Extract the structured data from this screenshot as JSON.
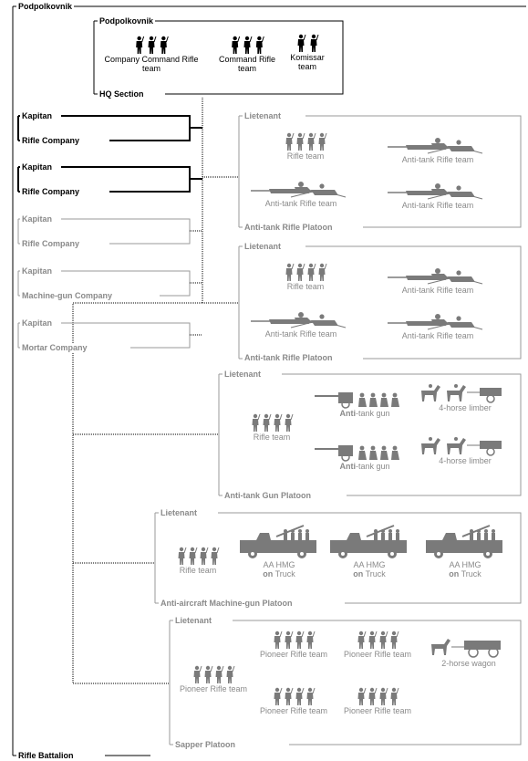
{
  "battalion": {
    "commander": "Podpolkovnik",
    "name": "Rifle Battalion"
  },
  "hq": {
    "commander": "Podpolkovnik",
    "name": "HQ Section",
    "teams": [
      "Company Command Rifle team",
      "Command Rifle team",
      "Komissar team"
    ]
  },
  "companies": [
    {
      "commander": "Kapitan",
      "name": "Rifle Company",
      "style": "dark"
    },
    {
      "commander": "Kapitan",
      "name": "Rifle Company",
      "style": "dark"
    },
    {
      "commander": "Kapitan",
      "name": "Rifle Company",
      "style": "grey"
    },
    {
      "commander": "Kapitan",
      "name": "Machine-gun Company",
      "style": "grey"
    },
    {
      "commander": "Kapitan",
      "name": "Mortar Company",
      "style": "grey"
    }
  ],
  "at_rifle_platoons": [
    {
      "commander": "Lietenant",
      "name": "Anti-tank Rifle Platoon",
      "teams": [
        "Rifle team",
        "Anti-tank Rifle team",
        "Anti-tank Rifle team",
        "Anti-tank Rifle team"
      ]
    },
    {
      "commander": "Lietenant",
      "name": "Anti-tank Rifle Platoon",
      "teams": [
        "Rifle team",
        "Anti-tank Rifle team",
        "Anti-tank Rifle team",
        "Anti-tank Rifle team"
      ]
    }
  ],
  "at_gun_platoon": {
    "commander": "Lietenant",
    "name": "Anti-tank Gun Platoon",
    "rifle_team": "Rifle team",
    "gun_prefix": "Anti",
    "gun_suffix": "-tank gun",
    "limber": "4-horse limber"
  },
  "aa_platoon": {
    "commander": "Lietenant",
    "name": "Anti-aircraft Machine-gun Platoon",
    "rifle_team": "Rifle team",
    "truck_line1": "AA HMG",
    "truck_on": "on",
    "truck_word": "Truck"
  },
  "sapper_platoon": {
    "commander": "Lietenant",
    "name": "Sapper Platoon",
    "pioneer": "Pioneer Rifle team",
    "wagon": "2-horse wagon"
  },
  "colors": {
    "dark": "#000000",
    "grey": "#8a8a8a",
    "icon_grey": "#7a7a7a"
  },
  "icons": [
    "soldier-icon",
    "anti-tank-rifle-icon",
    "anti-tank-gun-icon",
    "horse-limber-icon",
    "aa-truck-icon",
    "horse-wagon-icon"
  ]
}
